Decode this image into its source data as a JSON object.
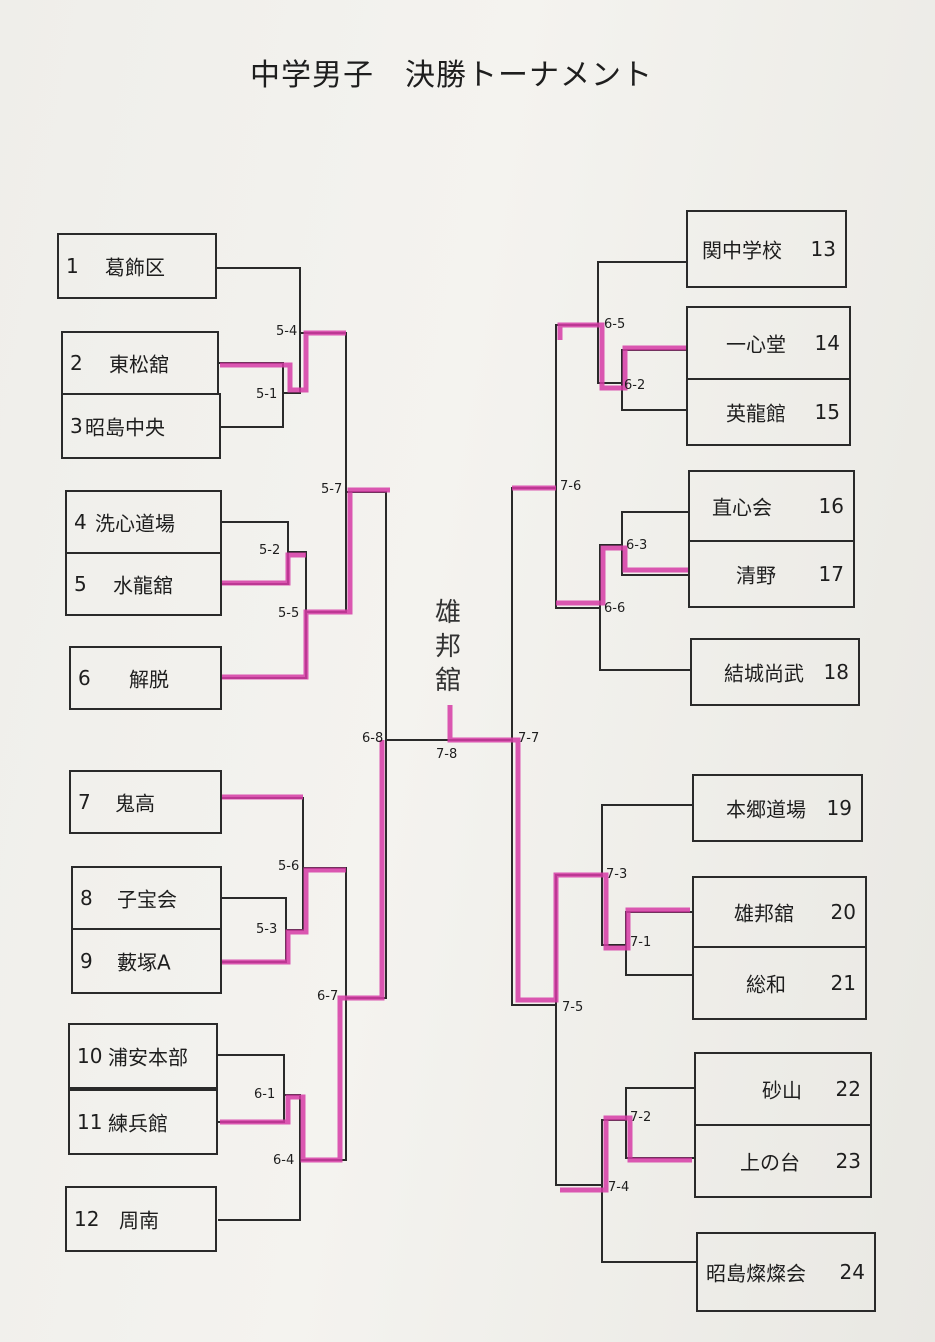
{
  "title": "中学男子　決勝トーナメント",
  "colors": {
    "ink": "#2a2a2a",
    "highlight": "#d63ba6"
  },
  "teams_left": [
    {
      "seed": "1",
      "name": "葛飾区"
    },
    {
      "seed": "2",
      "name": "東松舘"
    },
    {
      "seed": "3",
      "name": "昭島中央"
    },
    {
      "seed": "4",
      "name": "洗心道場"
    },
    {
      "seed": "5",
      "name": "水龍舘"
    },
    {
      "seed": "6",
      "name": "解脱"
    },
    {
      "seed": "7",
      "name": "鬼高"
    },
    {
      "seed": "8",
      "name": "子宝会"
    },
    {
      "seed": "9",
      "name": "藪塚A"
    },
    {
      "seed": "10",
      "name": "浦安本部"
    },
    {
      "seed": "11",
      "name": "練兵館"
    },
    {
      "seed": "12",
      "name": "周南"
    }
  ],
  "teams_right": [
    {
      "seed": "13",
      "name": "関中学校"
    },
    {
      "seed": "14",
      "name": "一心堂"
    },
    {
      "seed": "15",
      "name": "英龍館"
    },
    {
      "seed": "16",
      "name": "直心会"
    },
    {
      "seed": "17",
      "name": "清野"
    },
    {
      "seed": "18",
      "name": "結城尚武"
    },
    {
      "seed": "19",
      "name": "本郷道場"
    },
    {
      "seed": "20",
      "name": "雄邦舘"
    },
    {
      "seed": "21",
      "name": "総和"
    },
    {
      "seed": "22",
      "name": "砂山"
    },
    {
      "seed": "23",
      "name": "上の台"
    },
    {
      "seed": "24",
      "name": "昭島燦燦会"
    }
  ],
  "matches": {
    "m5_1": "5-1",
    "m5_2": "5-2",
    "m5_3": "5-3",
    "m5_4": "5-4",
    "m5_5": "5-5",
    "m5_6": "5-6",
    "m5_7": "5-7",
    "m6_1": "6-1",
    "m6_2": "6-2",
    "m6_3": "6-3",
    "m6_4": "6-4",
    "m6_5": "6-5",
    "m6_6": "6-6",
    "m6_7": "6-7",
    "m6_8": "6-8",
    "m7_1": "7-1",
    "m7_2": "7-2",
    "m7_3": "7-3",
    "m7_4": "7-4",
    "m7_5": "7-5",
    "m7_6": "7-6",
    "m7_7": "7-7",
    "m7_8": "7-8"
  },
  "winner_note": "雄\n邦\n舘"
}
